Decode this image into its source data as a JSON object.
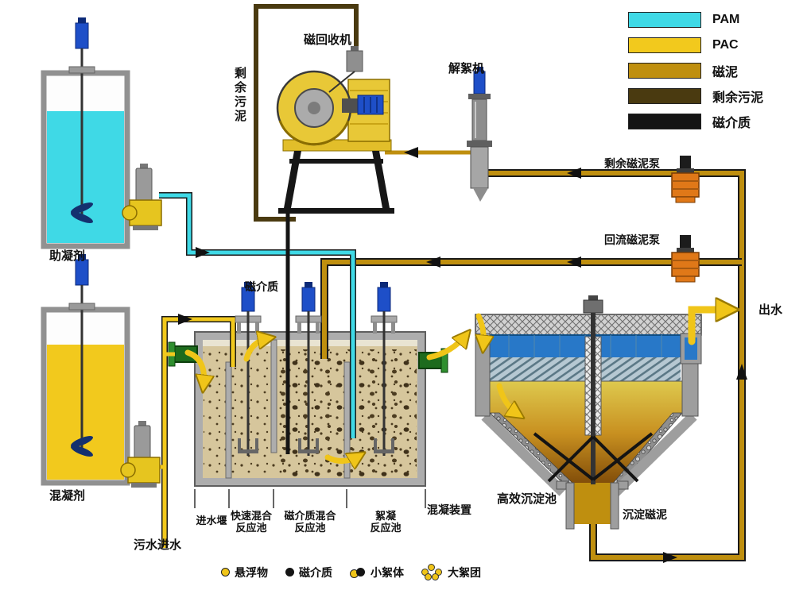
{
  "palette": {
    "pam_cyan": "#3FD9E6",
    "pac_yellow": "#F2C91D",
    "magnetic_mud_ochre": "#BF8F0F",
    "excess_sludge_brown": "#4A3A10",
    "magnetic_media_black": "#141414",
    "water_blue": "#2878C8",
    "pump_orange": "#E07818",
    "motor_blue": "#1E4FC8",
    "pipe_green": "#1D6B1D",
    "arrow_yellow": "#F0C519"
  },
  "legend": {
    "items": [
      {
        "label": "PAM",
        "color": "#3FD9E6"
      },
      {
        "label": "PAC",
        "color": "#F2C91D"
      },
      {
        "label": "磁泥",
        "color": "#BF8F0F"
      },
      {
        "label": "剩余污泥",
        "color": "#4A3A10"
      },
      {
        "label": "磁介质",
        "color": "#141414"
      }
    ]
  },
  "equipment": {
    "magnetic_recovery_machine": "磁回收机",
    "deflocculator": "解絮机",
    "excess_mud_pump": "剩余磁泥泵",
    "return_mud_pump": "回流磁泥泵",
    "coagulant_aid_tank": "助凝剂",
    "coagulant_tank": "混凝剂",
    "coagulation_unit": "混凝装置",
    "sedimentation_tank": "高效沉淀池"
  },
  "streams": {
    "magnetic_media": "磁介质",
    "excess_sludge": "剩余污泥",
    "raw_water_inlet": "污水进水",
    "settled_mud": "沉淀磁泥",
    "effluent": "出水"
  },
  "compartments": {
    "inlet_weir": "进水堰",
    "rapid_mix": [
      "快速混合",
      "反应池"
    ],
    "media_mix": [
      "磁介质混合",
      "反应池"
    ],
    "flocculation": [
      "絮凝",
      "反应池"
    ]
  },
  "markers": {
    "items": [
      {
        "label": "悬浮物"
      },
      {
        "label": "磁介质"
      },
      {
        "label": "小絮体"
      },
      {
        "label": "大絮团"
      }
    ]
  }
}
